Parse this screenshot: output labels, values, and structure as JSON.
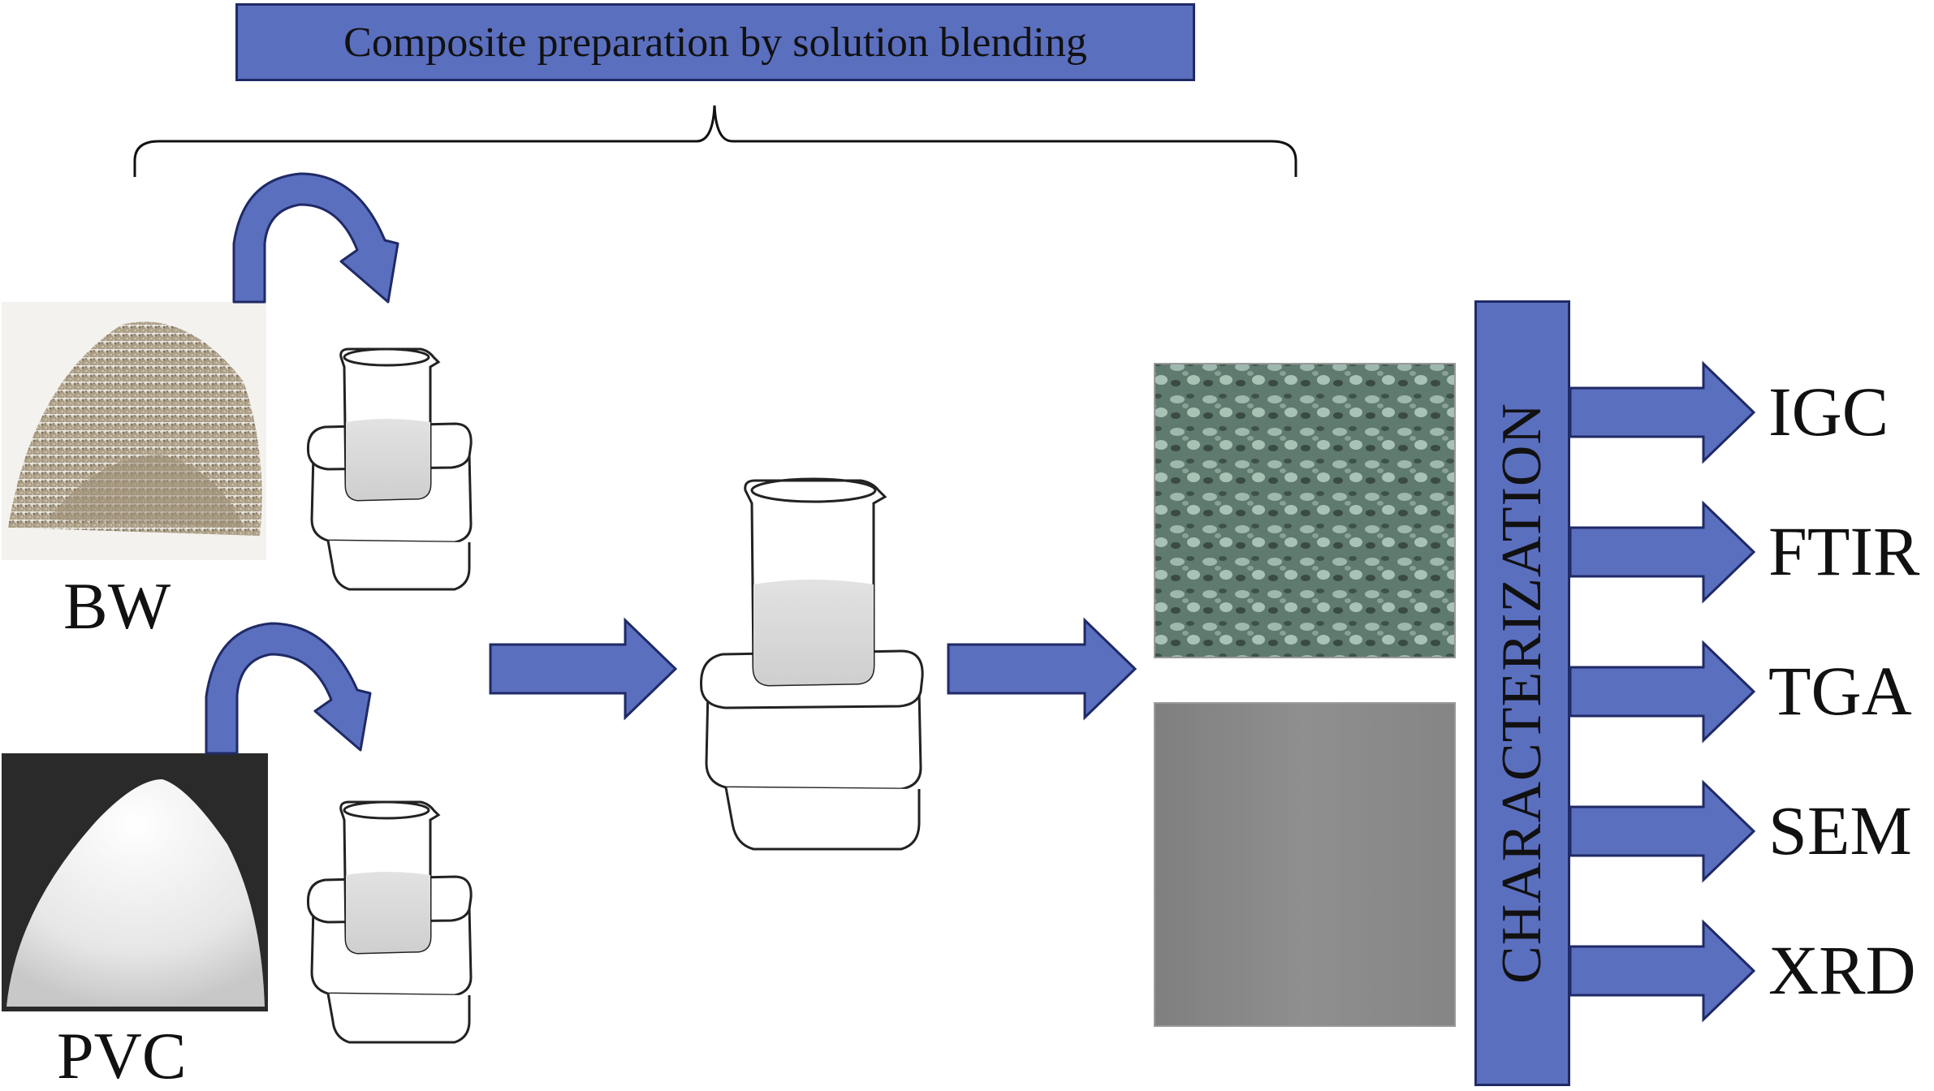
{
  "title": "Composite preparation by solution blending",
  "materials": {
    "bw_label": "BW",
    "pvc_label": "PVC"
  },
  "characterization": {
    "label": "CHARACTERIZATION",
    "techniques": [
      "IGC",
      "FTIR",
      "TGA",
      "SEM",
      "XRD"
    ]
  },
  "colors": {
    "arrow_fill": "#5b6fbf",
    "arrow_stroke": "#1f2a66",
    "bw_powder": "#a89a80",
    "pvc_powder": "#f2f2f2",
    "composite_film": "#5f7a6e",
    "pvc_film": "#8c8c8c"
  }
}
